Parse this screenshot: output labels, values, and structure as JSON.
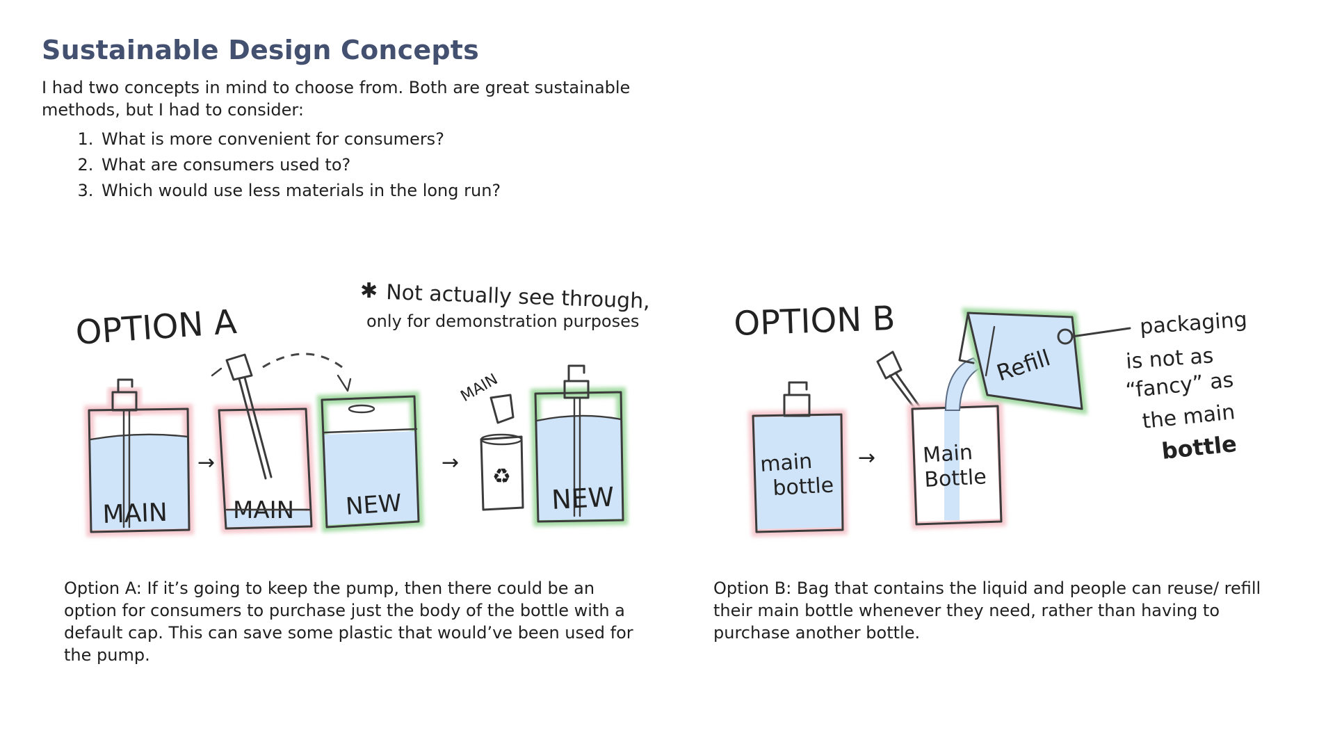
{
  "header": {
    "title": "Sustainable Design Concepts",
    "intro": "I had two concepts in mind to choose from. Both are great sustainable methods, but I had to consider:",
    "questions": [
      "What is more convenient for consumers?",
      "What are consumers used to?",
      "Which would use less materials in the long run?"
    ]
  },
  "option_a": {
    "heading": "OPTION A",
    "note_line1": "Not actually see through,",
    "note_line2": "only for demonstration purposes",
    "bottle1_label": "MAIN",
    "bottle2_label": "MAIN",
    "bottle3_label": "NEW",
    "tag_label": "MAIN",
    "bottle4_label": "NEW",
    "caption": "Option A: If it’s going to keep the pump, then there could be an option for consumers to purchase just the body of the bottle with a default cap. This can save some plastic that would’ve been used for the pump."
  },
  "option_b": {
    "heading": "OPTION B",
    "bottle1_line1": "main",
    "bottle1_line2": "bottle",
    "bottle2_line1": "Main",
    "bottle2_line2": "Bottle",
    "refill_label": "Refill",
    "note_line1": "packaging",
    "note_line2": "is not as",
    "note_line3": "“fancy” as",
    "note_line4": "the main",
    "note_line5": "bottle",
    "caption": "Option B: Bag that contains the liquid and people can reuse/ refill their main bottle whenever they need, rather than having to purchase another bottle."
  },
  "colors": {
    "title": "#44506f",
    "liquid": "#cfe4f8",
    "glow_pink": "#f5c9cf",
    "glow_green": "#a6dba6",
    "outline": "#3b3b3b"
  }
}
